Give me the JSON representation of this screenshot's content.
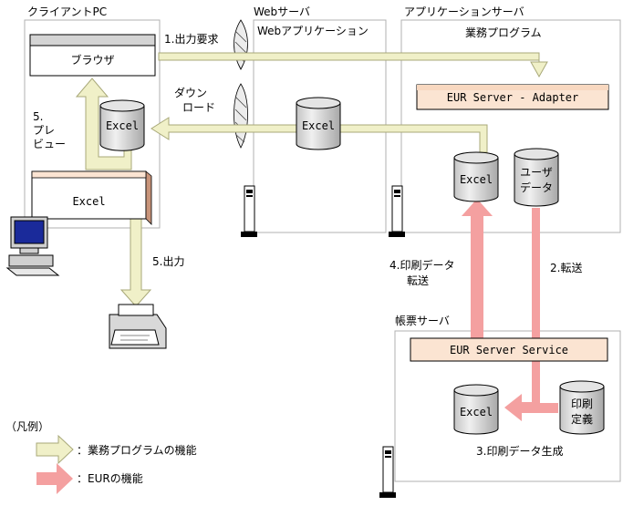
{
  "zones": {
    "client_pc": "クライアントPC",
    "web_server": "Webサーバ",
    "app_server": "アプリケーションサーバ",
    "form_server": "帳票サーバ"
  },
  "boxes": {
    "web_app": "Webアプリケーション",
    "business_program": "業務プログラム",
    "browser": "ブラウザ",
    "excel_window": "Excel",
    "eur_adapter": "EUR Server - Adapter",
    "eur_service": "EUR Server Service"
  },
  "cylinders": {
    "client_excel": "Excel",
    "web_excel": "Excel",
    "app_excel": "Excel",
    "user_data_line1": "ユーザ",
    "user_data_line2": "データ",
    "form_excel": "Excel",
    "print_def_line1": "印刷",
    "print_def_line2": "定義"
  },
  "steps": {
    "s1": "1.出力要求",
    "s2": "2.転送",
    "s3": "3.印刷データ生成",
    "s4_line1": "4.印刷データ",
    "s4_line2": "転送",
    "s5_output": "5.出力",
    "s5_preview_line1": "5.",
    "s5_preview_line2": "プレ",
    "s5_preview_line3": "ビュー",
    "download_line1": "ダウン",
    "download_line2": "ロード"
  },
  "legend": {
    "title": "（凡例）",
    "business": "：業務プログラムの機能",
    "eur": "：EURの機能"
  },
  "colors": {
    "business_arrow": "#f0f0c8",
    "business_arrow_stroke": "#a8a878",
    "eur_arrow": "#f4a0a0",
    "header_fill": "#fbe4d2",
    "header_shade": "#c8947a",
    "cylinder_fill": "#d9d9d9",
    "zone_border": "#b0b0b0"
  }
}
